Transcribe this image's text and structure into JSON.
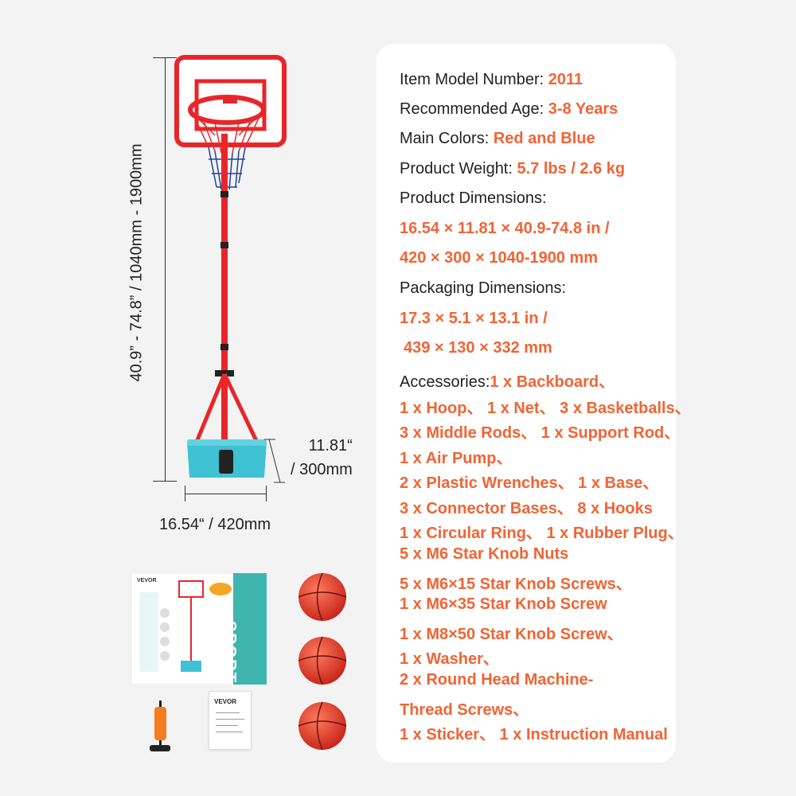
{
  "dimensions": {
    "height": "40.9” - 74.8” / 1040mm - 1900mm",
    "width": "16.54“ / 420mm",
    "depth_line1": "11.81“",
    "depth_line2": "/ 300mm"
  },
  "specs": {
    "model_label": "Item Model Number:",
    "model_value": "2011",
    "age_label": "Recommended Age:",
    "age_value": "3-8 Years",
    "colors_label": "Main Colors:",
    "colors_value": "Red and Blue",
    "weight_label": "Product Weight:",
    "weight_value": "5.7 lbs / 2.6 kg",
    "dims_label": "Product Dimensions:",
    "dims_line1": "16.54 × 11.81 × 40.9-74.8 in /",
    "dims_line2": "420 × 300 × 1040-1900 mm",
    "pack_label": "Packaging Dimensions:",
    "pack_line1": "17.3 × 5.1 × 13.1 in /",
    "pack_line2": "439 × 130 × 332 mm",
    "acc_label": "Accessories:",
    "acc_first": "1 x Backboard、",
    "accessories": [
      "1 x Hoop、 1 x Net、 3 x Basketballs、",
      "3 x Middle Rods、 1 x Support Rod、",
      "1 x Air Pump、",
      "2 x Plastic Wrenches、 1 x Base、",
      "3 x Connector Bases、 8 x Hooks",
      "1 x Circular Ring、 1 x Rubber Plug、",
      "5 x M6 Star Knob Nuts",
      "5 x M6×15 Star Knob Screws、",
      "1 x M6×35 Star Knob Screw",
      "1 x M8×50 Star Knob Screw、",
      "1 x Washer、",
      "2 x Round Head Machine-",
      "Thread Screws、",
      "1 x Sticker、 1 x Instruction Manual"
    ]
  },
  "box": {
    "brand": "VEVOR",
    "product": "SPORT"
  },
  "manual": {
    "brand": "VEVOR"
  },
  "colors": {
    "accent": "#f06434",
    "red": "#e8262a",
    "teal": "#3fc1d4"
  }
}
